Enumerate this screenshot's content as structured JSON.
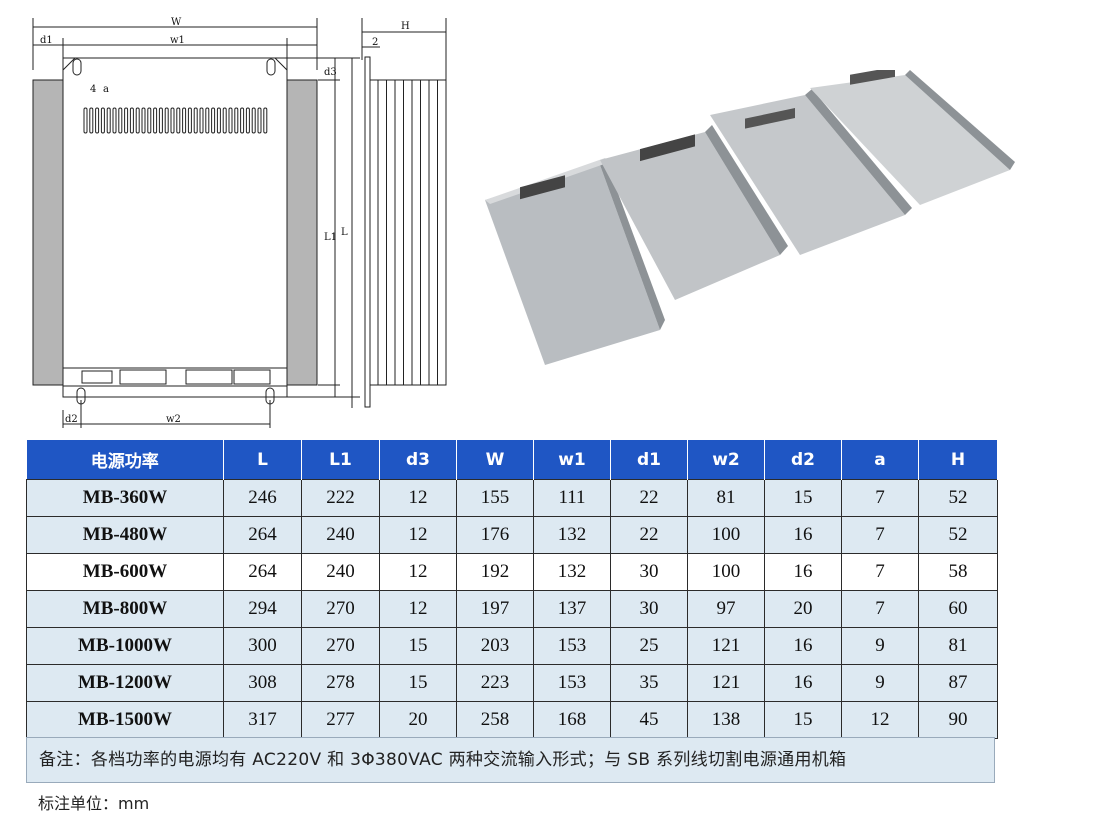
{
  "drawing": {
    "labels": {
      "W": "W",
      "w1": "w1",
      "d1": "d1",
      "H": "H",
      "two": "2",
      "d3": "d3",
      "L1": "L1",
      "L": "L",
      "a": "a",
      "four": "4",
      "d2": "d2",
      "w2": "w2"
    }
  },
  "table": {
    "headers": [
      "电源功率",
      "L",
      "L1",
      "d3",
      "W",
      "w1",
      "d1",
      "w2",
      "d2",
      "a",
      "H"
    ],
    "rows": [
      [
        "MB-360W",
        "246",
        "222",
        "12",
        "155",
        "111",
        "22",
        "81",
        "15",
        "7",
        "52"
      ],
      [
        "MB-480W",
        "264",
        "240",
        "12",
        "176",
        "132",
        "22",
        "100",
        "16",
        "7",
        "52"
      ],
      [
        "MB-600W",
        "264",
        "240",
        "12",
        "192",
        "132",
        "30",
        "100",
        "16",
        "7",
        "58"
      ],
      [
        "MB-800W",
        "294",
        "270",
        "12",
        "197",
        "137",
        "30",
        "97",
        "20",
        "7",
        "60"
      ],
      [
        "MB-1000W",
        "300",
        "270",
        "15",
        "203",
        "153",
        "25",
        "121",
        "16",
        "9",
        "81"
      ],
      [
        "MB-1200W",
        "308",
        "278",
        "15",
        "223",
        "153",
        "35",
        "121",
        "16",
        "9",
        "87"
      ],
      [
        "MB-1500W",
        "317",
        "277",
        "20",
        "258",
        "168",
        "45",
        "138",
        "15",
        "12",
        "90"
      ]
    ]
  },
  "note": "备注：各档功率的电源均有 AC220V 和 3Φ380VAC 两种交流输入形式；与 SB 系列线切割电源通用机箱",
  "unit_label": "标注单位：mm",
  "colors": {
    "header_bg": "#1f56c4",
    "row_alt_bg": "#dde9f2",
    "note_bg": "#dde9f2"
  }
}
